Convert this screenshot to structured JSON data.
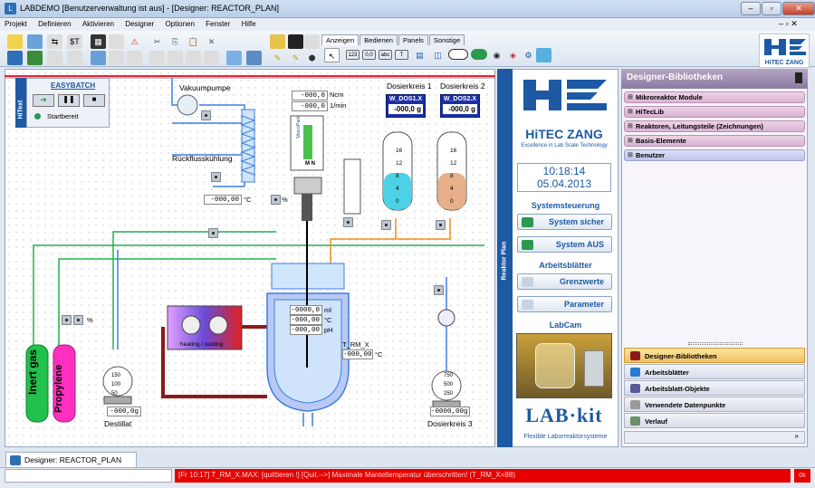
{
  "window": {
    "title": "LABDEMO  [Benutzerverwaltung ist aus] - [Designer: REACTOR_PLAN]",
    "min": "–",
    "max": "▫",
    "close": "✕"
  },
  "menu": [
    "Projekt",
    "Definieren",
    "Aktivieren",
    "Designer",
    "Optionen",
    "Fenster",
    "Hilfe"
  ],
  "toolbar_tabs": [
    "Anzeigen",
    "Bedienen",
    "Panels",
    "Sonstige"
  ],
  "hitec_logo_text": "HiTEC ZANG",
  "easybatch": {
    "vertical_label": "HiText",
    "title": "EASYBATCH",
    "status": "Startbereit"
  },
  "plant": {
    "vakuumpumpe": "Vakuumpumpe",
    "rueckfluss": "Rückflusskühlung",
    "ncm_value": "-000,0",
    "ncm_unit": "Ncm",
    "rpm_value": "-000,0",
    "rpm_unit": "1/min",
    "temp1_value": "-000,00",
    "temp1_unit": "°C",
    "temp1_pct": "%",
    "dos1_label": "Dosierkreis 1",
    "dos2_label": "Dosierkreis 2",
    "dos1_tag": "W_DOS1.X",
    "dos2_tag": "W_DOS2.X",
    "dos1_value": "-000,0",
    "dos2_value": "-000,0",
    "dos_unit": "g",
    "dos_scale": [
      "16",
      "12",
      "8",
      "4",
      "0"
    ],
    "reactor_ml": "-0000,0",
    "reactor_ml_unit": "ml",
    "reactor_c": "-000,00",
    "reactor_c_unit": "°C",
    "reactor_ph": "-000,00",
    "reactor_ph_unit": "pH",
    "trm_label": "T_RM_X",
    "trm_value": "-000,00",
    "trm_unit": "°C",
    "heating_label": "heating / cooling",
    "gas1": "Inert gas",
    "gas2": "Propylene",
    "gas_pct": "%",
    "destillat_scale": [
      "150",
      "100",
      "50"
    ],
    "destillat_value": "-000,0g",
    "destillat_label": "Destillat",
    "dos3_scale": [
      "750",
      "500",
      "250"
    ],
    "dos3_value": "-0000,00g",
    "dos3_label": "Dosierkreis 3",
    "meter_label": "MocoPark",
    "meter_mn": "M N"
  },
  "rightpanel": {
    "strip_label": "Reaktor Plan",
    "brand": "HiTEC ZANG",
    "brand_sub": "Excellence in Lab Scale Technology",
    "time": "10:18:14",
    "date": "05.04.2013",
    "systemsteuerung": "Systemsteuerung",
    "btn_sicher": "System sicher",
    "btn_aus": "System AUS",
    "arbeitsblaetter": "Arbeitsblätter",
    "btn_grenzwerte": "Grenzwerte",
    "btn_parameter": "Parameter",
    "labcam": "LabCam",
    "labkit": "LAB·kit",
    "labkit_sub": "Flexible Laborreaktorsysteme"
  },
  "library": {
    "header": "Designer-Bibliotheken",
    "items": [
      "Mikroreaktor Module",
      "HiTecLib",
      "Reaktoren, Leitungsteile (Zeichnungen)",
      "Basis-Elemente",
      "Benutzer"
    ],
    "nav": [
      "Designer-Bibliotheken",
      "Arbeitsblätter",
      "Arbeitsblatt-Objekte",
      "Verwendete Datenpunkte",
      "Verlauf"
    ]
  },
  "doc_tab": "Designer: REACTOR_PLAN",
  "status_alarm": "[Fr 10:17] T_RM_X.MAX: [quittieren !] [Quit.-->] Maximale Manteltemperatur überschritten! (T_RM_X=88)",
  "status_right": "0k",
  "colors": {
    "accent": "#1d5aa3",
    "alarm": "#e60000",
    "green": "#2a9a4f"
  }
}
